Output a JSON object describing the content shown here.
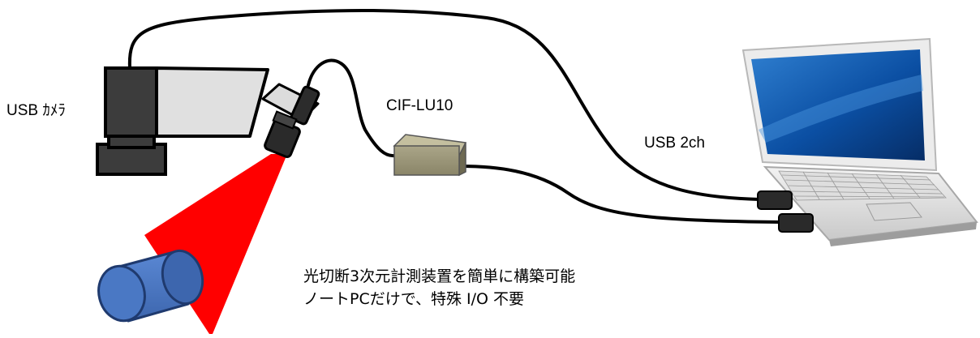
{
  "labels": {
    "camera": "USB ｶﾒﾗ",
    "converter": "CIF-LU10",
    "usb": "USB 2ch"
  },
  "caption": {
    "line1": "光切断3次元計測装置を簡単に構築可能",
    "line2": "ノートPCだけで、特殊 I/O 不要"
  },
  "colors": {
    "laser": "#ff0000",
    "object": "#4a78c4",
    "object_outline": "#1f3a6e",
    "camera_body": "#e0e0e0",
    "camera_dark": "#3c3c3c",
    "converter_box": "#9c977a",
    "cable": "#000000"
  }
}
